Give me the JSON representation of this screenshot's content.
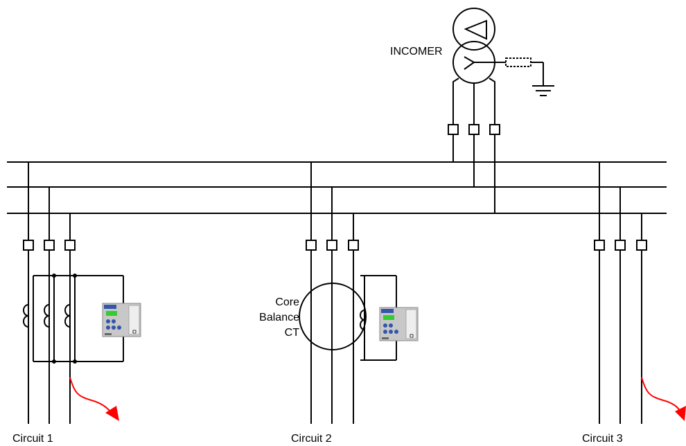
{
  "labels": {
    "incomer": "INCOMER",
    "core_balance_1": "Core",
    "core_balance_2": "Balance",
    "core_balance_3": "CT",
    "circuit_1": "Circuit 1",
    "circuit_2": "Circuit 2",
    "circuit_3": "Circuit 3"
  },
  "colors": {
    "line": "#000000",
    "fault_arrow": "#ff0000",
    "relay_body": "#c8c8c8",
    "relay_display": "#33cc33",
    "relay_keys": "#3355aa"
  },
  "icons": {
    "relay": "protection-relay-icon",
    "earth": "earth-ground-icon",
    "transformer": "transformer-icon",
    "fault": "fault-arrow-icon"
  }
}
